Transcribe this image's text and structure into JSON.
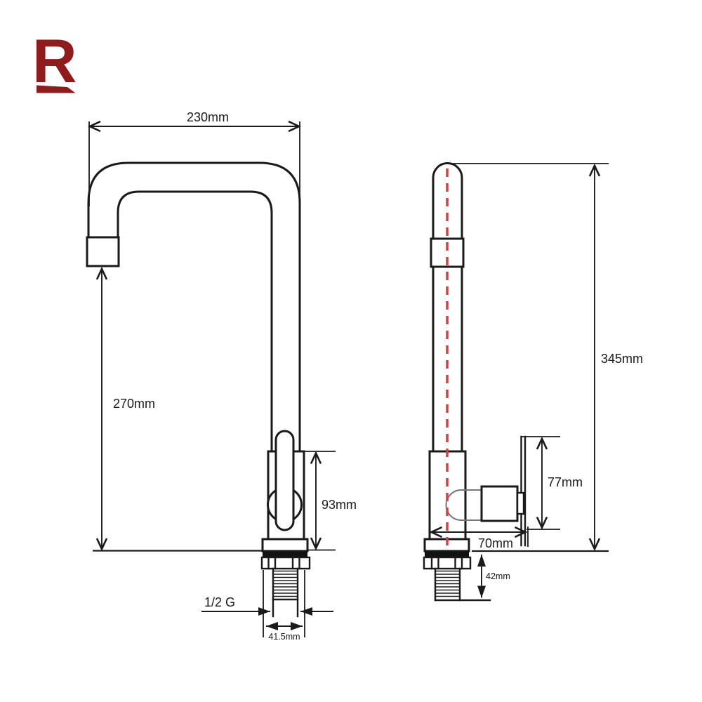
{
  "logo": {
    "letter": "R",
    "color": "#8e1c1c"
  },
  "drawing": {
    "side_view": {
      "labels": {
        "spout_reach": "230mm",
        "spout_height": "270mm",
        "body_height": "93mm",
        "thread_type": "1/2 G",
        "thread_diameter": "41.5mm"
      }
    },
    "front_view": {
      "labels": {
        "total_height": "345mm",
        "handle_height": "77mm",
        "base_depth": "70mm",
        "thread_length": "42mm"
      }
    },
    "colors": {
      "line": "#1a1a1a",
      "centerline": "#c94545"
    }
  }
}
